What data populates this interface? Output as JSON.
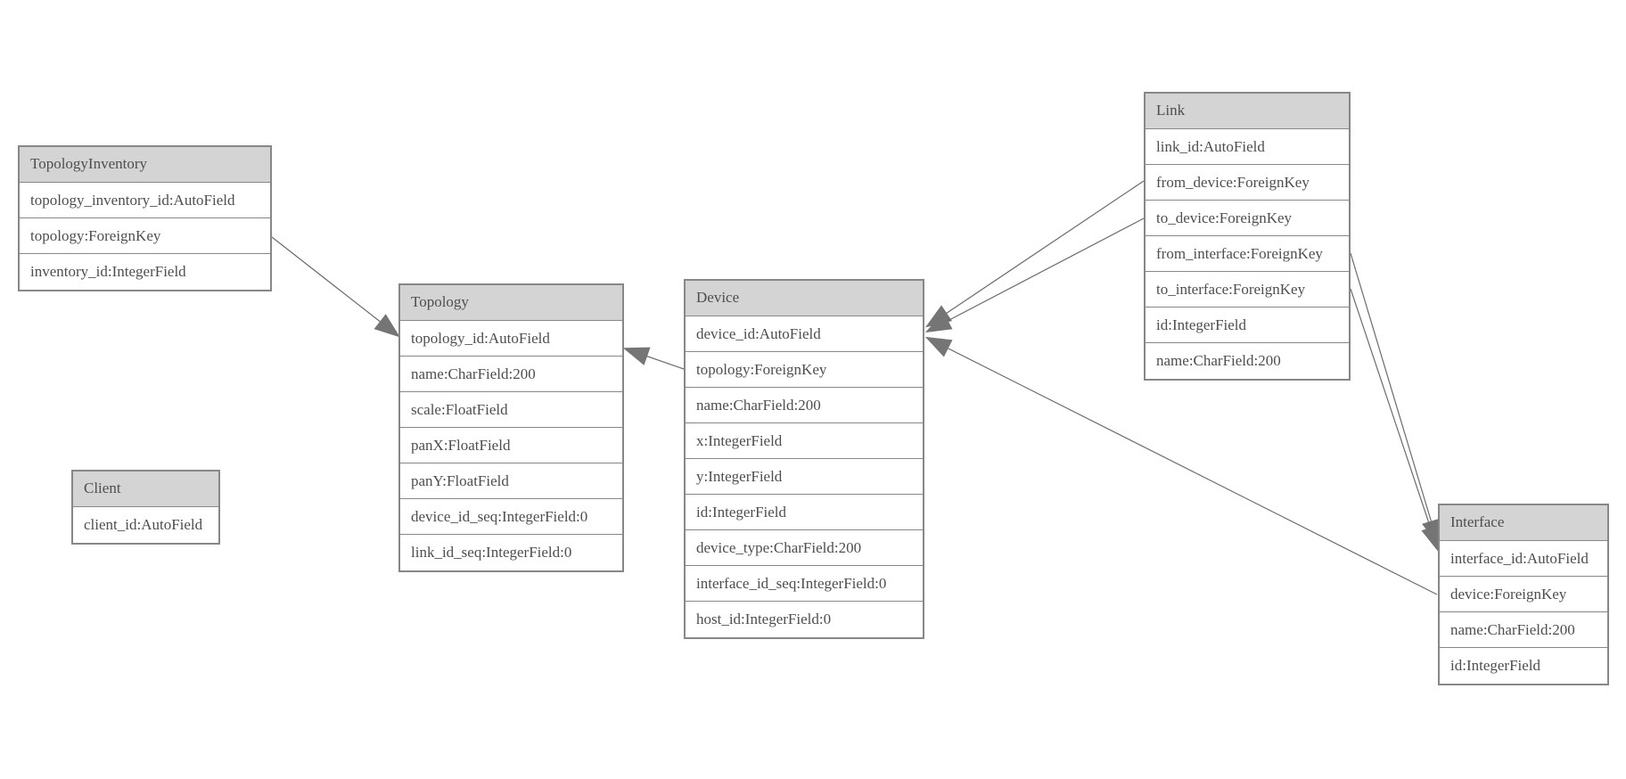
{
  "entities": {
    "topology_inventory": {
      "title": "TopologyInventory",
      "rows": [
        "topology_inventory_id:AutoField",
        "topology:ForeignKey",
        "inventory_id:IntegerField"
      ]
    },
    "client": {
      "title": "Client",
      "rows": [
        "client_id:AutoField"
      ]
    },
    "topology": {
      "title": "Topology",
      "rows": [
        "topology_id:AutoField",
        "name:CharField:200",
        "scale:FloatField",
        "panX:FloatField",
        "panY:FloatField",
        "device_id_seq:IntegerField:0",
        "link_id_seq:IntegerField:0"
      ]
    },
    "device": {
      "title": "Device",
      "rows": [
        "device_id:AutoField",
        "topology:ForeignKey",
        "name:CharField:200",
        "x:IntegerField",
        "y:IntegerField",
        "id:IntegerField",
        "device_type:CharField:200",
        "interface_id_seq:IntegerField:0",
        "host_id:IntegerField:0"
      ]
    },
    "link": {
      "title": "Link",
      "rows": [
        "link_id:AutoField",
        "from_device:ForeignKey",
        "to_device:ForeignKey",
        "from_interface:ForeignKey",
        "to_interface:ForeignKey",
        "id:IntegerField",
        "name:CharField:200"
      ]
    },
    "interface": {
      "title": "Interface",
      "rows": [
        "interface_id:AutoField",
        "device:ForeignKey",
        "name:CharField:200",
        "id:IntegerField"
      ]
    }
  },
  "edges": [
    {
      "from": "TopologyInventory.topology",
      "to": "Topology"
    },
    {
      "from": "Device.topology",
      "to": "Topology"
    },
    {
      "from": "Link.from_device",
      "to": "Device"
    },
    {
      "from": "Link.to_device",
      "to": "Device"
    },
    {
      "from": "Link.from_interface",
      "to": "Interface"
    },
    {
      "from": "Link.to_interface",
      "to": "Interface"
    },
    {
      "from": "Interface.device",
      "to": "Device"
    }
  ],
  "colors": {
    "header_fill": "#d4d4d4",
    "border": "#878787",
    "text": "#4e4e4e",
    "edge": "#6b6b6b",
    "arrow_fill": "#757575",
    "background": "#ffffff"
  }
}
